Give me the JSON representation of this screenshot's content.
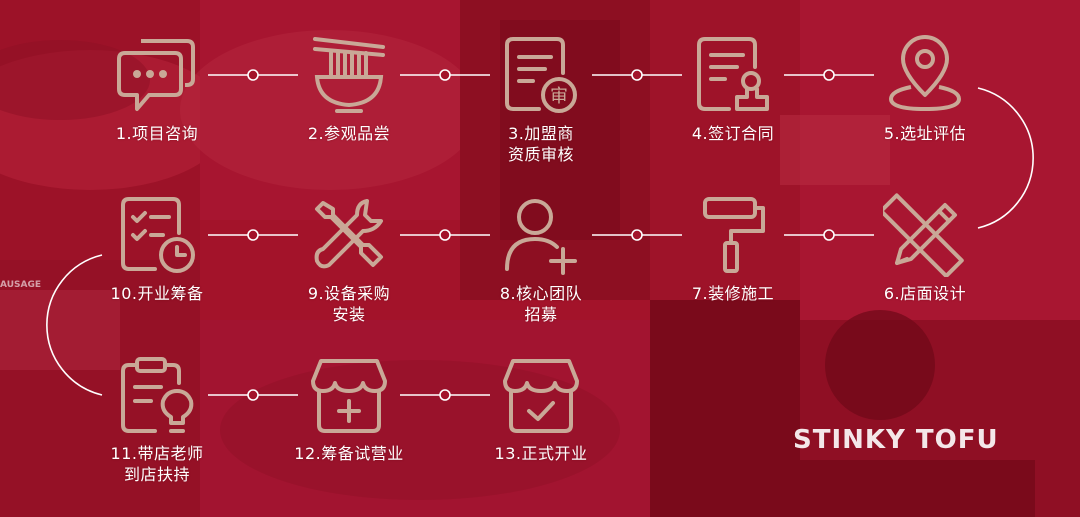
{
  "colors": {
    "primary_red": "#a8142a",
    "dark_red": "#7e0c1d",
    "icon_tan": "#c9a897",
    "connector": "#ffffff",
    "text": "#ffffff"
  },
  "steps": [
    {
      "label": "1.项目咨询",
      "icon": "chat-bubbles-icon"
    },
    {
      "label": "2.参观品尝",
      "icon": "noodle-bowl-icon"
    },
    {
      "label": "3.加盟商\n资质审核",
      "icon": "document-review-icon"
    },
    {
      "label": "4.签订合同",
      "icon": "contract-stamp-icon"
    },
    {
      "label": "5.选址评估",
      "icon": "location-pin-icon"
    },
    {
      "label": "6.店面设计",
      "icon": "ruler-pencil-icon"
    },
    {
      "label": "7.装修施工",
      "icon": "paint-roller-icon"
    },
    {
      "label": "8.核心团队\n招募",
      "icon": "add-user-icon"
    },
    {
      "label": "9.设备采购\n安装",
      "icon": "tools-icon"
    },
    {
      "label": "10.开业筹备",
      "icon": "checklist-clock-icon"
    },
    {
      "label": "11.带店老师\n到店扶持",
      "icon": "clipboard-bulb-icon"
    },
    {
      "label": "12.筹备试营业",
      "icon": "shop-plus-icon"
    },
    {
      "label": "13.正式开业",
      "icon": "shop-check-icon"
    }
  ],
  "background": {
    "sign_text": "STINKY TOFU",
    "sausage_text": "AUSAGE"
  }
}
